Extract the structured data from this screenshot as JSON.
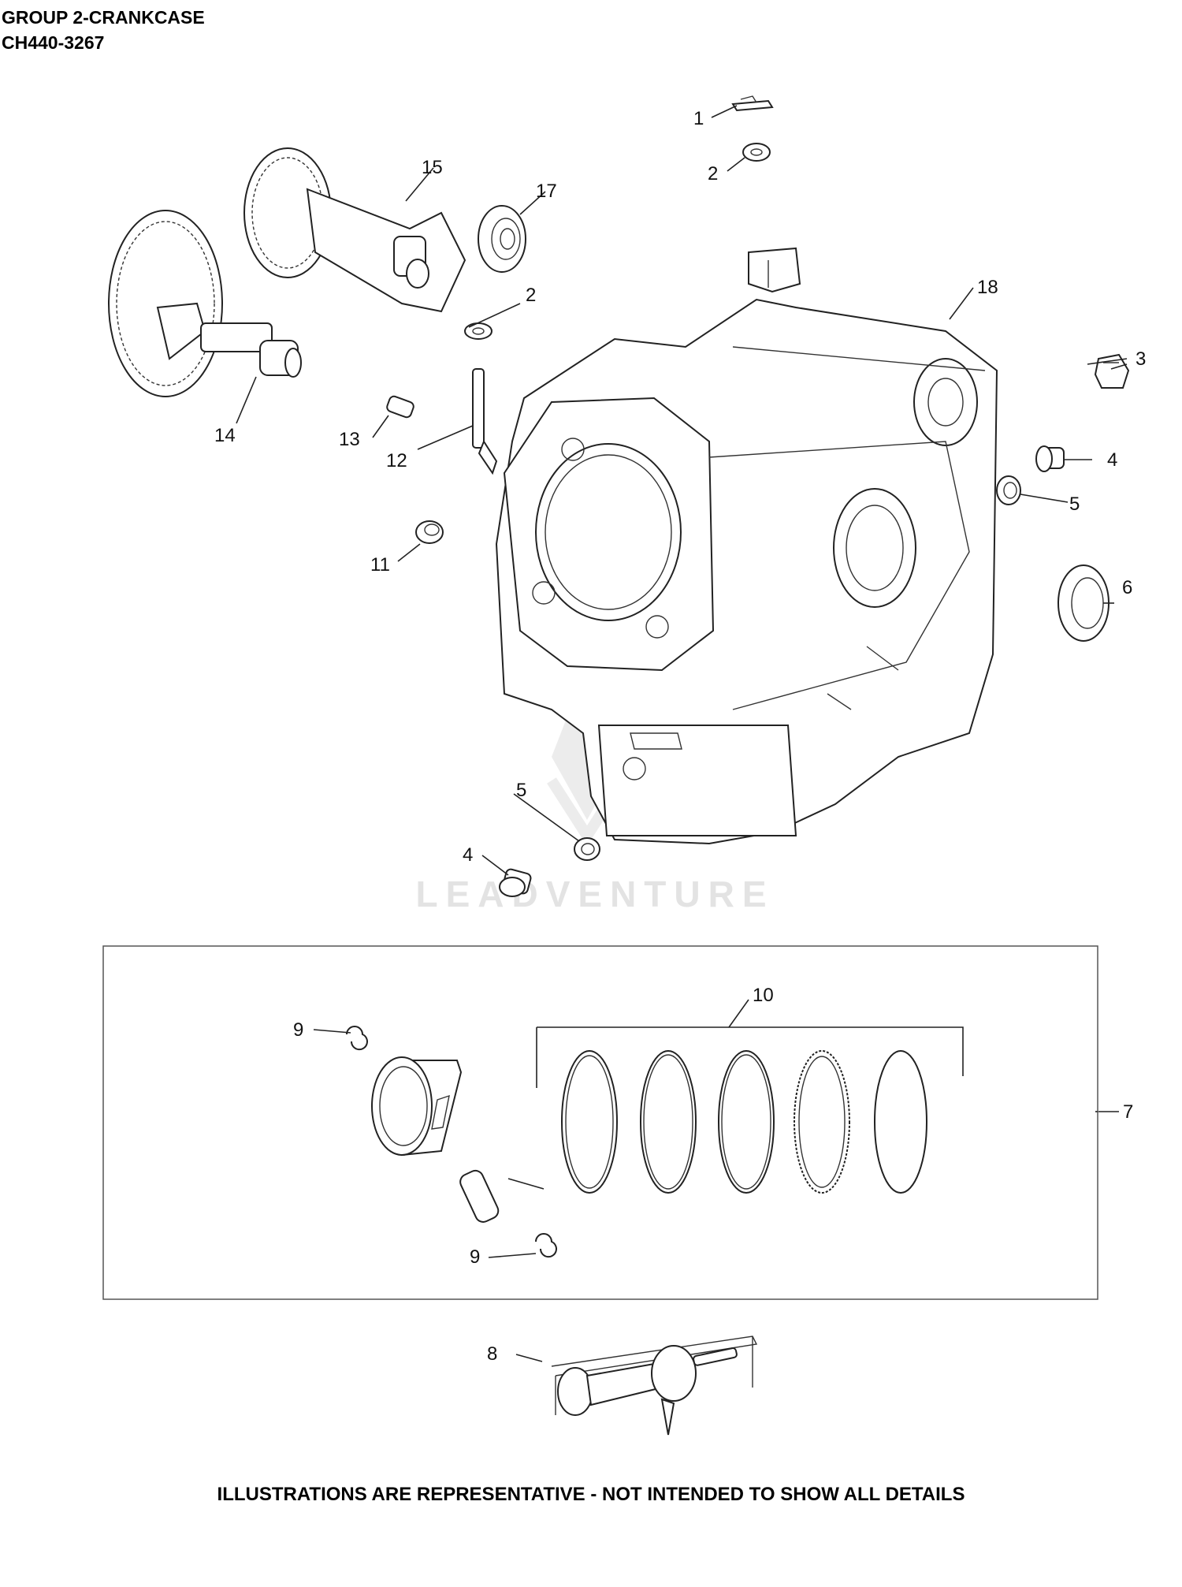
{
  "header": {
    "group_title": "GROUP 2-CRANKCASE",
    "model_code": "CH440-3267"
  },
  "watermark": "LEADVENTURE",
  "footer_note": "ILLUSTRATIONS ARE REPRESENTATIVE - NOT INTENDED TO SHOW ALL DETAILS",
  "callouts": {
    "c1": "1",
    "c2a": "2",
    "c2b": "2",
    "c3": "3",
    "c4a": "4",
    "c4b": "4",
    "c5a": "5",
    "c5b": "5",
    "c6": "6",
    "c7": "7",
    "c8": "8",
    "c9a": "9",
    "c9b": "9",
    "c10": "10",
    "c11": "11",
    "c12": "12",
    "c13": "13",
    "c14": "14",
    "c15": "15",
    "c17": "17",
    "c18": "18"
  }
}
